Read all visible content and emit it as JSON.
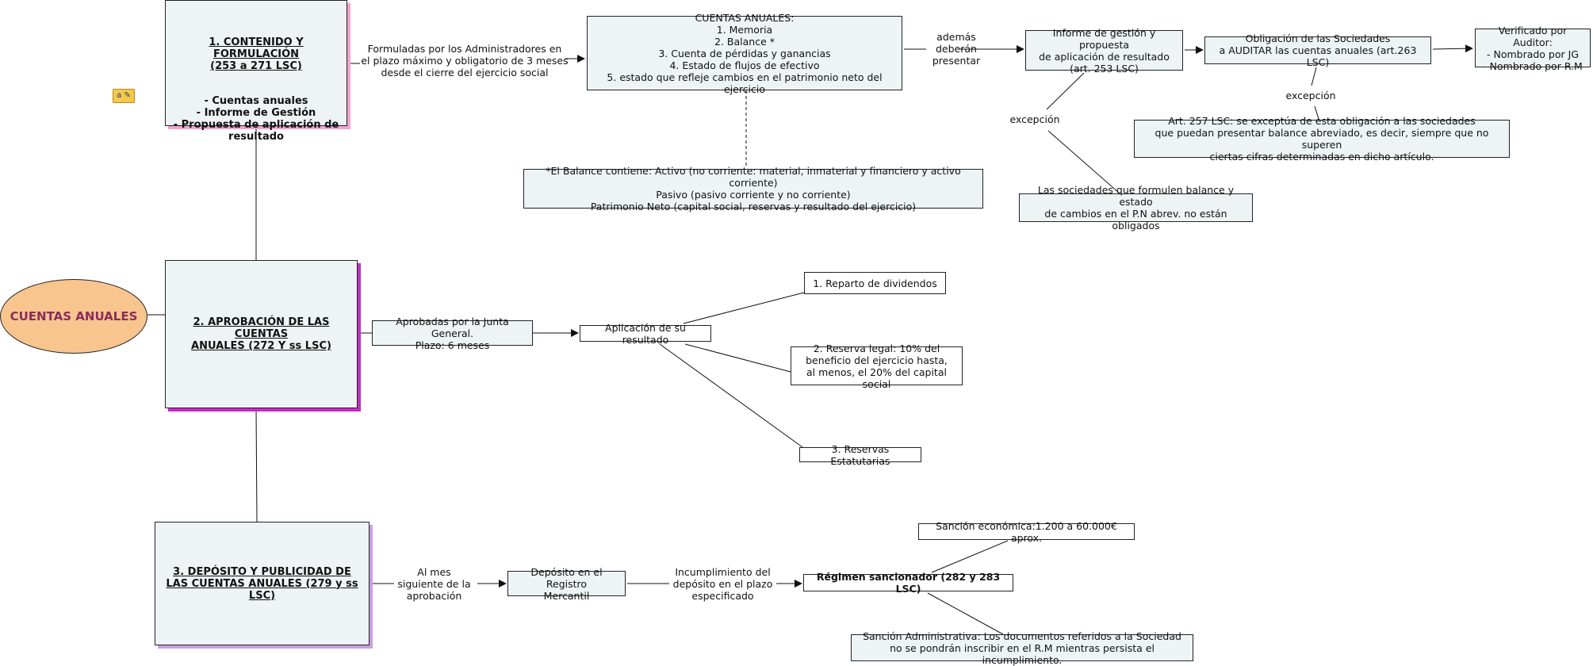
{
  "root": {
    "label": "CUENTAS ANUALES"
  },
  "section1": {
    "title": "1. CONTENIDO Y FORMULACIÓN\n(253 a 271 LSC)",
    "items": "- Cuentas anuales\n- Informe de Gestión\n- Propuesta de aplicación de\nresultado"
  },
  "section2": {
    "title": "2. APROBACIÓN DE LAS CUENTAS\nANUALES (272 Y ss LSC)"
  },
  "section3": {
    "title": "3. DEPÓSITO Y PUBLICIDAD DE\nLAS CUENTAS ANUALES (279 y ss LSC)"
  },
  "links": {
    "formuladas": "Formuladas por los Administradores en\nel plazo máximo y obligatorio de 3 meses\ndesde el cierre del ejercicio social",
    "ademas": "además\ndeberán\npresentar",
    "excepcion1": "excepción",
    "excepcion2": "excepción",
    "al_mes": "Al mes\nsiguiente de la\naprobación",
    "incumplimiento": "Incumplimiento del\ndepósito en el plazo\nespecificado"
  },
  "cuentas_box": "CUENTAS ANUALES:\n1. Memoria\n2. Balance *\n3. Cuenta de pérdidas y ganancias\n4. Estado de flujos de efectivo\n5. estado que refleje cambios en el patrimonio neto del ejercicio",
  "balance_note": "*El Balance contiene: Activo (no corriente: material, inmaterial y financiero y activo corriente)\nPasivo (pasivo corriente y no corriente)\nPatrimonio Neto (capital social, reservas y resultado del ejercicio)",
  "informe_gestion": "Informe de gestión y propuesta\nde aplicación de resultado\n(art. 253 LSC)",
  "obligacion": "Obligación de las Sociedades\na AUDITAR las cuentas anuales (art.263 LSC)",
  "verificado": "Verificado por Auditor:\n- Nombrado por JG\n- Nombrado por R.M",
  "art257": "Art. 257 LSC: se exceptúa de esta obligación a las sociedades\nque puedan presentar balance abreviado, es decir, siempre que no superen\nciertas cifras determinadas en dicho artículo.",
  "sociedades_abrev": "Las sociedades que formulen balance y estado\nde cambios en el P.N abrev. no están obligados",
  "aprobadas": "Aprobadas por la Junta General.\nPlazo: 6 meses",
  "aplicacion": "Aplicación de su resultado",
  "reparto": "1. Reparto de dividendos",
  "reserva_legal": "2. Reserva legal: 10% del\nbeneficio del ejercicio hasta,\nal menos, el 20% del capital social",
  "reservas_estatutarias": "3. Reservas Estatutarias",
  "deposito": "Depósito en el Registro\nMercantil",
  "regimen": "Régimen sancionador (282 y 283 LSC)",
  "sancion_economica": "Sanción económica:1.200 a 60.000€ aprox.",
  "sancion_administrativa": "Sanción Administrativa: Los documentos referidos a la Sociedad\nno se pondrán inscribir en el R.M mientras persista el incumplimiento.",
  "note_icon": {
    "name": "note-icon",
    "color": "#f5c84a"
  }
}
